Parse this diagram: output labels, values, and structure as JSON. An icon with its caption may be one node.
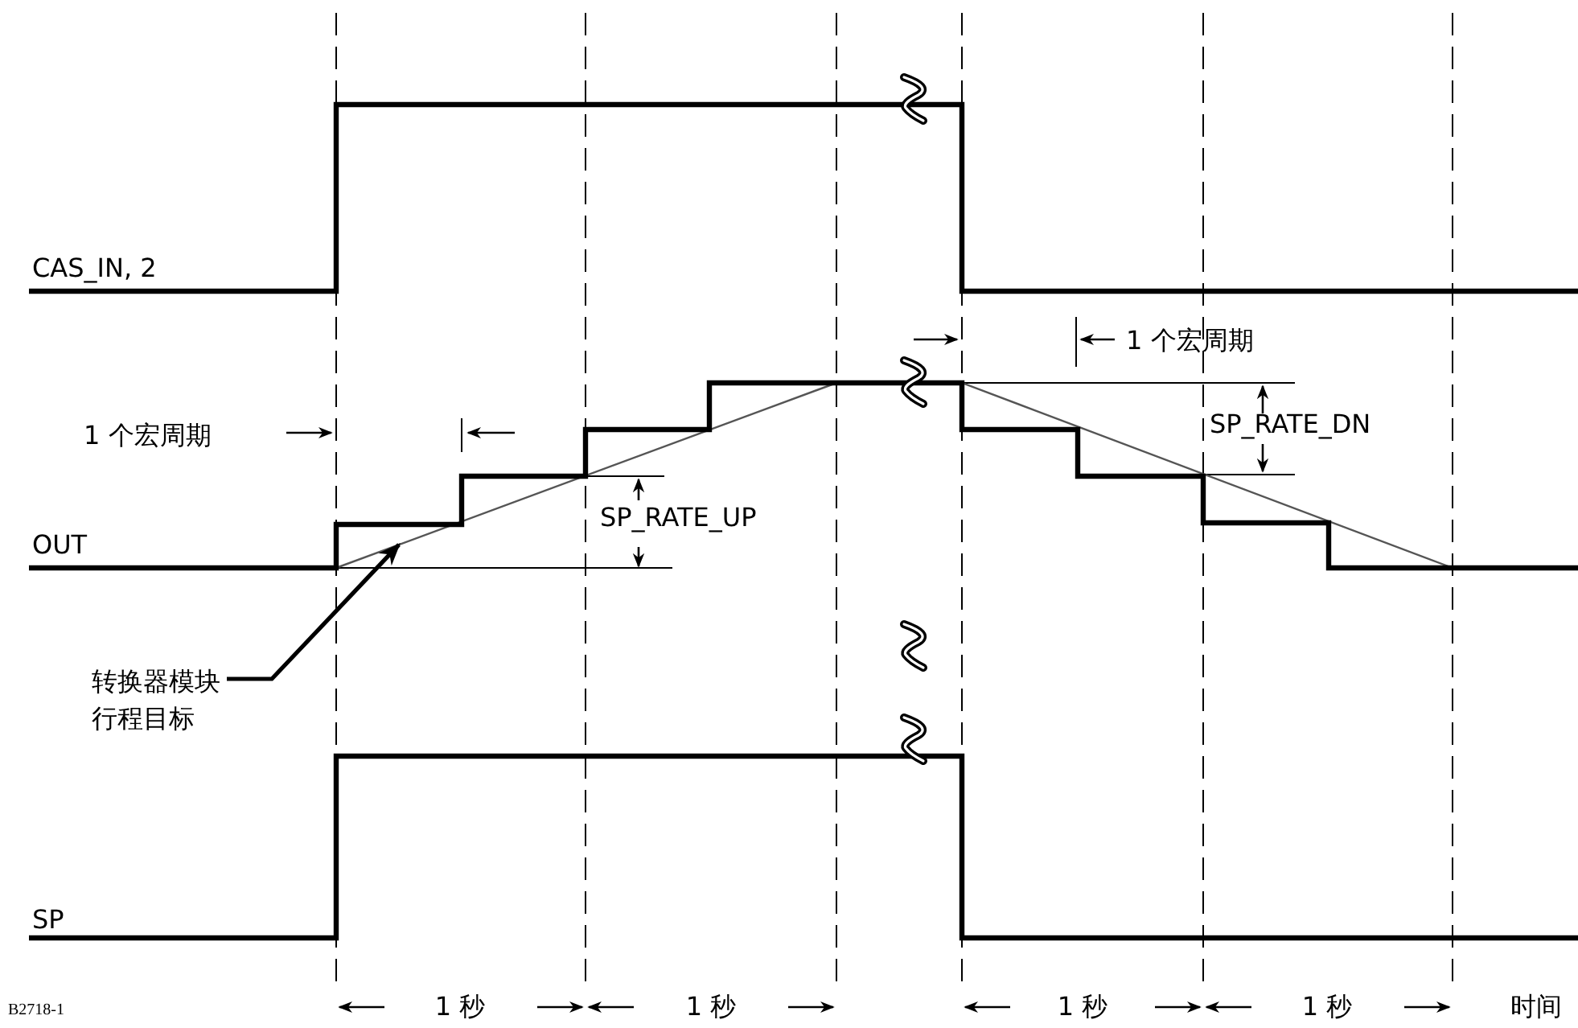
{
  "diagram": {
    "nodes": [
      {
        "text": [],
        "shape": "line"
      },
      {
        "text": [
          "转换器模块行程目标"
        ]
      }
    ],
    "edges": [
      {
        "from": 1,
        "to": 0,
        "arrow": "to"
      }
    ],
    "labels": [
      "CAS_IN, 2",
      "1 个宏周期",
      "1 个宏周期",
      "SP_RATE_DN",
      "SP_RATE_UP",
      "OUT",
      "SP",
      "B2718-1",
      "1 秒",
      "1 秒",
      "1 秒",
      "1 秒",
      "时间"
    ]
  }
}
